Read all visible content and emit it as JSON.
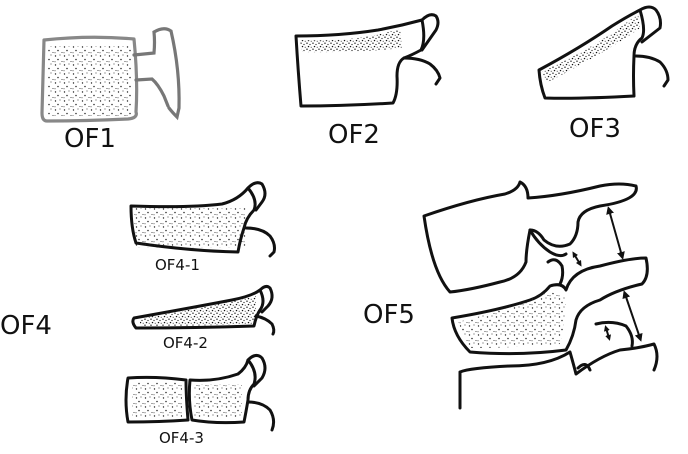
{
  "labels": {
    "of1": "OF1",
    "of2": "OF2",
    "of3": "OF3",
    "of4": "OF4",
    "of4_1": "OF4-1",
    "of4_2": "OF4-2",
    "of4_3": "OF4-3",
    "of5": "OF5"
  },
  "colors": {
    "ink": "#111111",
    "gray_outline": "#888888",
    "background": "#ffffff"
  }
}
